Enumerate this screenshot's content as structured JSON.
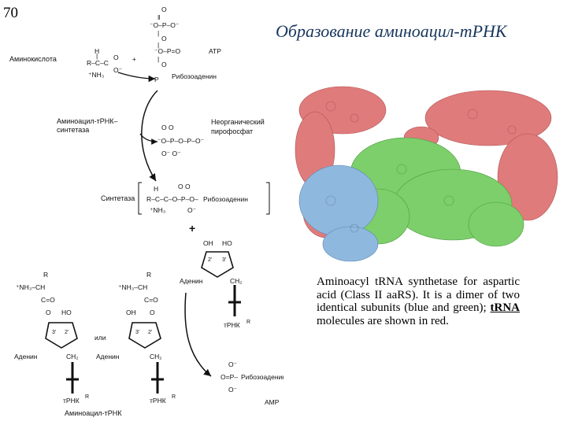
{
  "slide_number": "70",
  "title": "Образование аминоацил-тРНК",
  "scheme": {
    "amino_acid": "Аминокислота",
    "atp": "ATP",
    "ribose_adenine": "Рибозоаденин",
    "enzyme": "Аминоацил-тРНК–\nсинтетаза",
    "pyrophosphate": "Неорганический\nпирофосфат",
    "synthetase": "Синтетаза",
    "plus": "+",
    "adenine": "Аденин",
    "or": "или",
    "trna": "тРНК",
    "amp": "AMP",
    "aminoacyl_trna": "Аминоацил-тРНК",
    "r": "R",
    "oh": "OH",
    "ho": "HO",
    "ch2": "CH2"
  },
  "caption": {
    "part1": "Aminoacyl tRNA synthetase for aspartic acid (Class II aaRS). It is a dimer of two identical subunits (blue and green); ",
    "highlight": "tRNA",
    "part2": " molecules are shown in red."
  },
  "colors": {
    "title": "#17365d",
    "subunit_a": "#8fb8de",
    "subunit_b": "#7ccf6a",
    "trna": "#e07b7b"
  }
}
